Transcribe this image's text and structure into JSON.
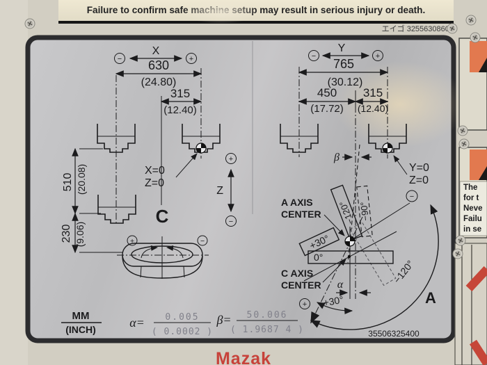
{
  "banner": {
    "warning": "Failure to confirm safe machine setup may result in serious injury or death.",
    "code": "エイゴ 32556308600"
  },
  "symbols": {
    "plus": "+",
    "minus": "−"
  },
  "left_diagram": {
    "axis_label": "X",
    "dim_630_mm": "630",
    "dim_630_inch": "(24.80)",
    "dim_315_mm": "315",
    "dim_315_inch": "(12.40)",
    "dim_510_mm": "510",
    "dim_510_inch": "(20.08)",
    "dim_230_mm": "230",
    "dim_230_inch": "(9.06)",
    "origin_x": "X=0",
    "origin_z": "Z=0",
    "z_axis_label": "Z",
    "c_axis_label": "C"
  },
  "right_diagram": {
    "axis_label": "Y",
    "dim_765_mm": "765",
    "dim_765_inch": "(30.12)",
    "dim_450_mm": "450",
    "dim_450_inch": "(17.72)",
    "dim_315_mm": "315",
    "dim_315_inch": "(12.40)",
    "origin_y": "Y=0",
    "origin_z": "Z=0",
    "beta_symbol": "β",
    "alpha_symbol": "α",
    "a_axis_center_line1": "A AXIS",
    "a_axis_center_line2": "CENTER",
    "c_axis_center_line1": "C AXIS",
    "c_axis_center_line2": "CENTER",
    "pos_minus120": "−120°",
    "pos_minus90": "−90°",
    "pos_plus30": "+30°",
    "pos_zero": "0°",
    "arc_minus120": "−120°",
    "arc_plus30": "+30°",
    "a_axis_label": "A"
  },
  "readouts": {
    "units_mm": "MM",
    "units_inch": "(INCH)",
    "alpha_label": "α=",
    "alpha_mm": "0.005",
    "alpha_inch": "( 0.0002 )",
    "beta_label": "β=",
    "beta_mm": "50.006",
    "beta_inch": "( 1.9687 4 )"
  },
  "plate": {
    "serial": "35506325400"
  },
  "side_panels": {
    "text_lines": [
      "The",
      "for t",
      "Neve",
      "Failu",
      "in se"
    ]
  },
  "footer": {
    "brand": "Mazak"
  },
  "colors": {
    "plate": "#bfbfc1",
    "background": "#d2cec2",
    "warning_orange": "#e2794f",
    "brand_red": "#c7423a",
    "ink": "#1b1b1d"
  }
}
